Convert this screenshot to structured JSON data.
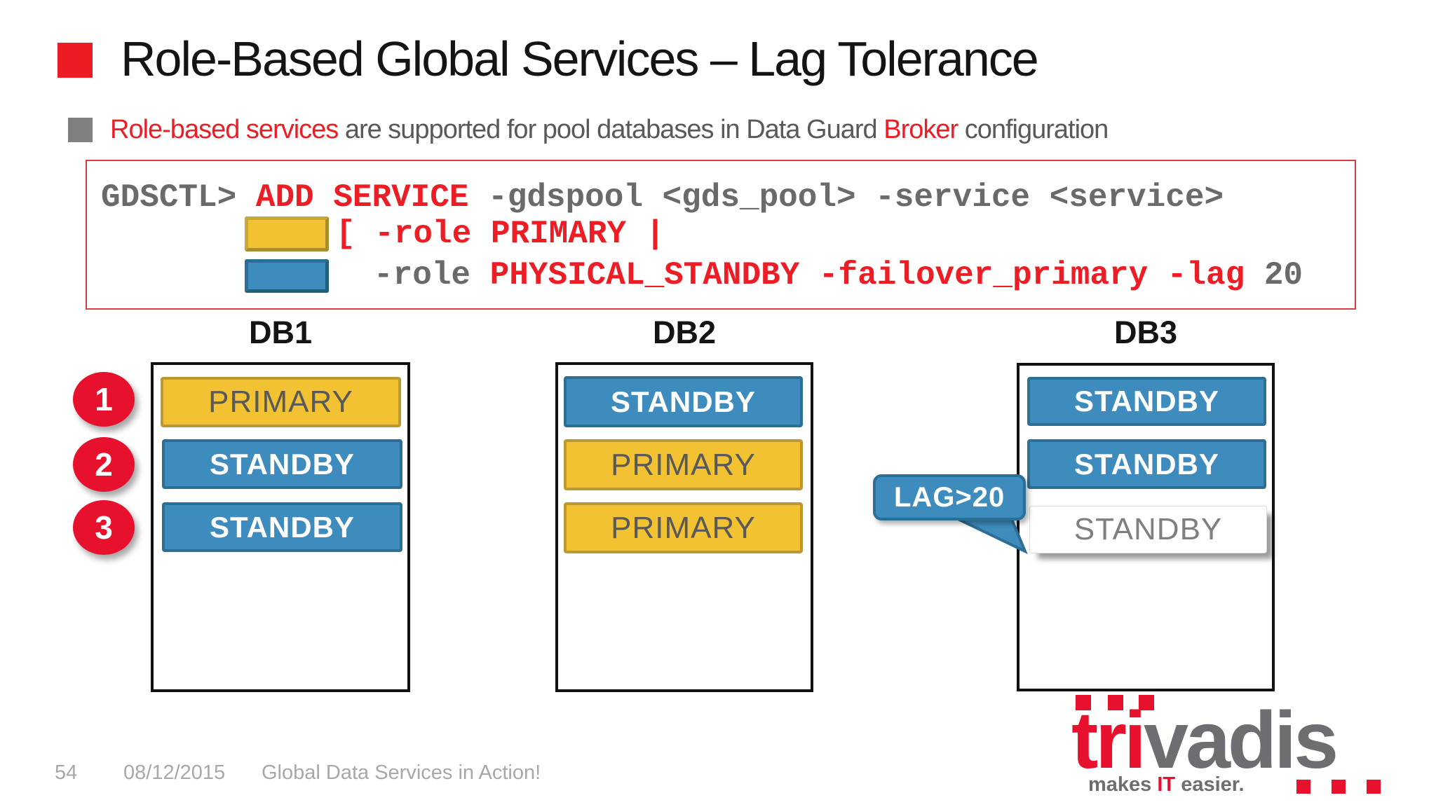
{
  "slide_title": "Role-Based Global Services – Lag Tolerance",
  "bullet": {
    "lead_red": "Role-based services",
    "mid_gray": " are supported for pool databases in Data Guard ",
    "broker_red": "Broker",
    "tail_gray": " configuration"
  },
  "code_box": {
    "line1_prompt": "GDSCTL> ",
    "line1_cmd": "ADD SERVICE",
    "line1_args": " -gdspool <gds_pool> -service <service>",
    "line2_red": "[ -role PRIMARY |",
    "line3_gray1": "-role ",
    "line3_red": "PHYSICAL_STANDBY -failover_primary -lag",
    "line3_gray2": " 20"
  },
  "steps": [
    "1",
    "2",
    "3"
  ],
  "databases": [
    {
      "name": "DB1",
      "roles": [
        {
          "label": "PRIMARY",
          "type": "primary"
        },
        {
          "label": "STANDBY",
          "type": "standby"
        },
        {
          "label": "STANDBY",
          "type": "standby"
        }
      ]
    },
    {
      "name": "DB2",
      "roles": [
        {
          "label": "STANDBY",
          "type": "standby"
        },
        {
          "label": "PRIMARY",
          "type": "primary"
        },
        {
          "label": "PRIMARY",
          "type": "primary"
        }
      ]
    },
    {
      "name": "DB3",
      "roles": [
        {
          "label": "STANDBY",
          "type": "standby"
        },
        {
          "label": "STANDBY",
          "type": "standby"
        },
        {
          "label": "STANDBY",
          "type": "lagged"
        }
      ]
    }
  ],
  "callout": {
    "label": "LAG>20"
  },
  "footer": {
    "page_number": "54",
    "date": "08/12/2015",
    "presentation_title": "Global Data Services in Action!"
  },
  "logo": {
    "word_red": "tri",
    "word_gray": "vadis",
    "tagline_pre": "makes ",
    "tagline_it": "IT",
    "tagline_post": " easier."
  },
  "colors": {
    "accent_red": "#ED1C24",
    "code_red": "#EC1D25",
    "primary_yellow": "#F2C233",
    "primary_border": "#BD982F",
    "standby_blue": "#3E8CBE",
    "standby_border": "#2B6F96",
    "text_gray": "#595959",
    "footer_gray": "#A8A8A8",
    "logo_red": "#E8112D",
    "logo_gray": "#6D6E71"
  }
}
